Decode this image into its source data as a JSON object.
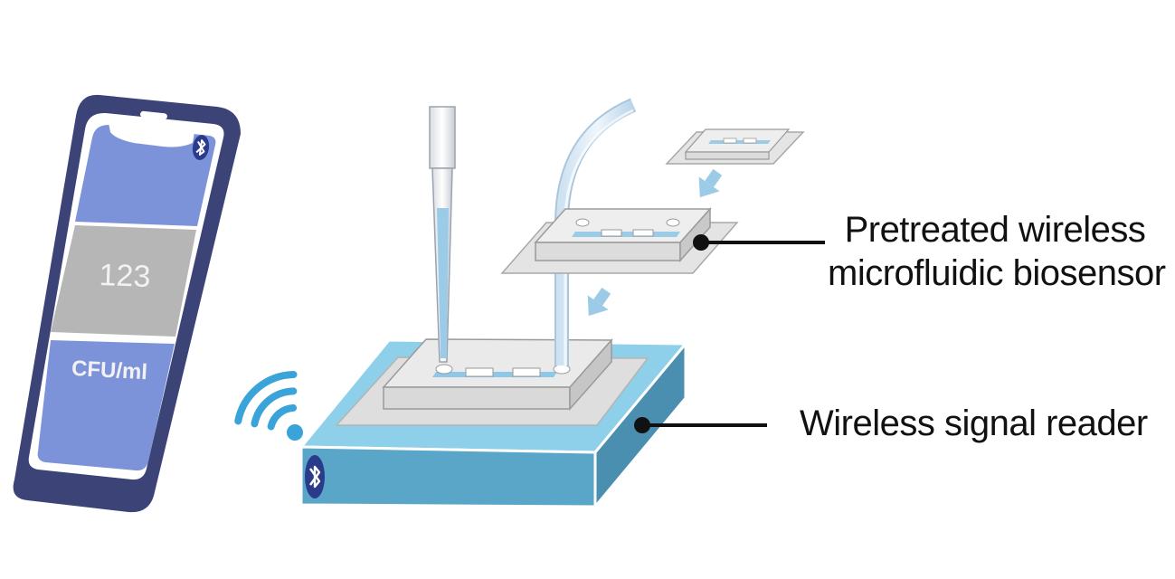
{
  "phone": {
    "readout_value": "123",
    "readout_unit": "CFU/ml",
    "icon": "bluetooth-icon"
  },
  "labels": {
    "biosensor_line1": "Pretreated wireless",
    "biosensor_line2": "microfluidic biosensor",
    "reader": "Wireless signal reader"
  },
  "icons": [
    "smartphone-icon",
    "bluetooth-icon",
    "wifi-signal-icon",
    "pipette-icon",
    "tubing-icon",
    "arrow-down-icon"
  ],
  "colors": {
    "phone_frame": "#3b4377",
    "phone_screen": "#7d93d9",
    "readout_panel": "#b6b6b6",
    "reader_side": "#5aa6c9",
    "reader_top": "#8ed0ea",
    "wifi": "#3aa3da",
    "chip": "#e6e6e6",
    "leader_line": "#111111"
  }
}
